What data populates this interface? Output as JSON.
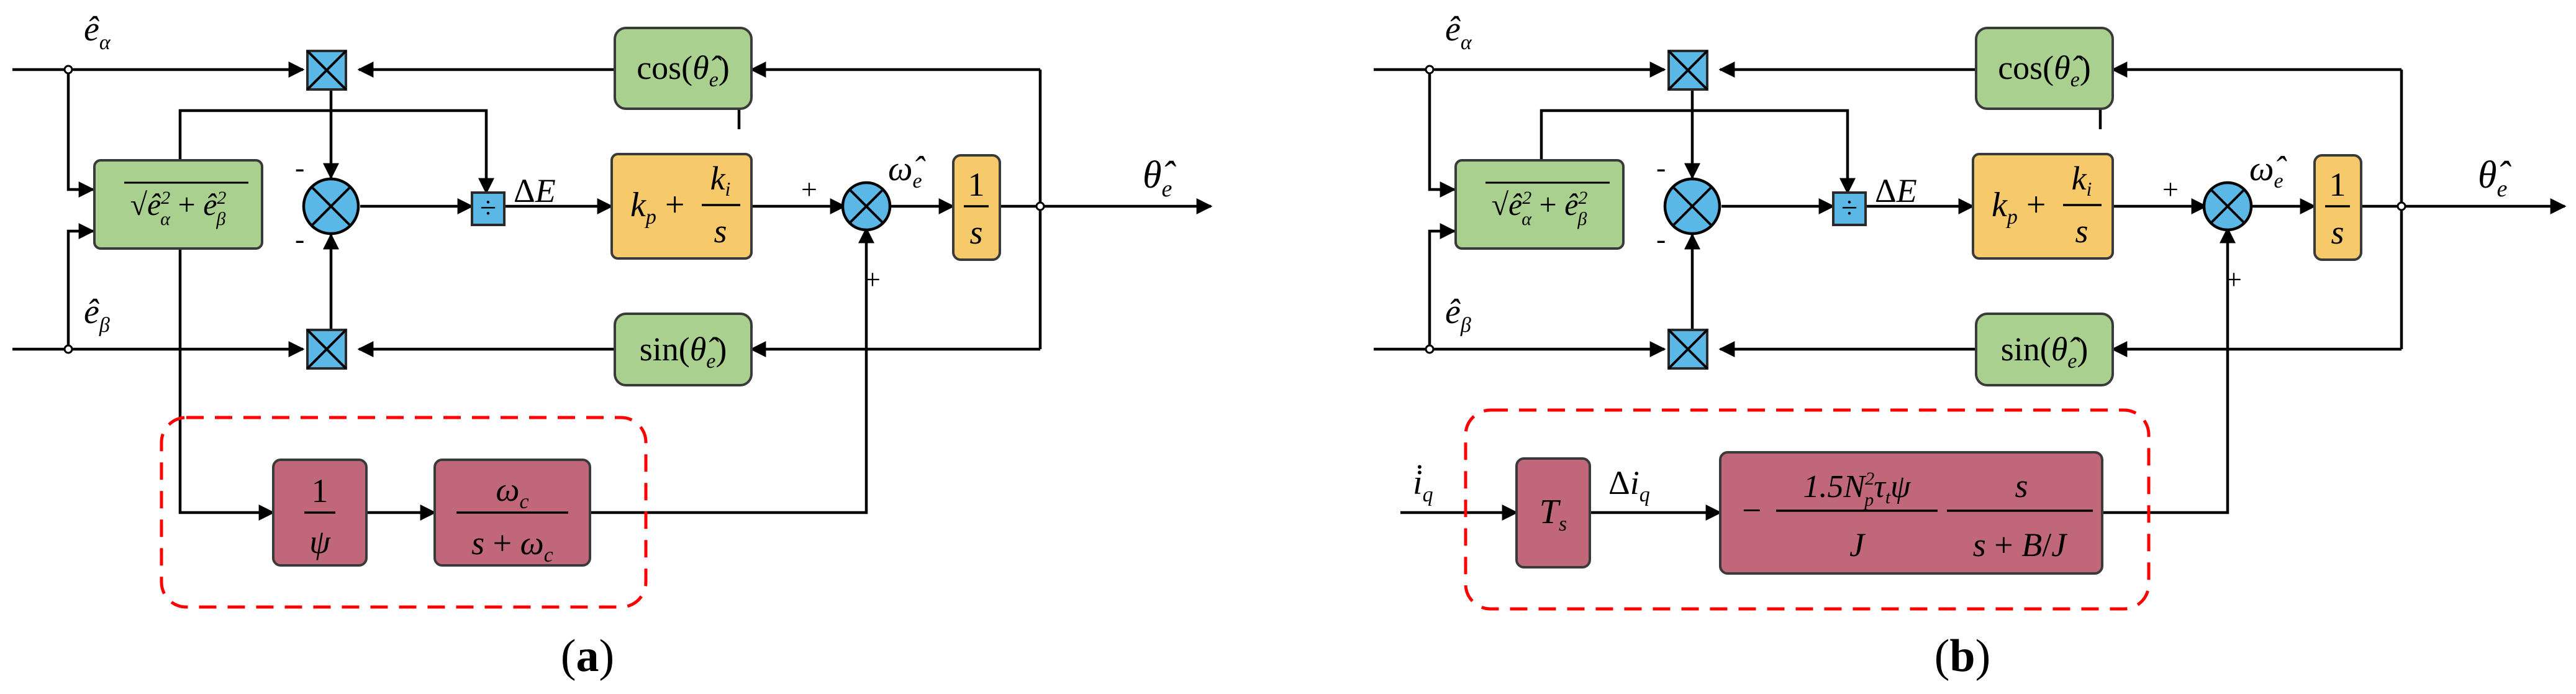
{
  "panel_a": {
    "label_open": "(",
    "label_letter": "a",
    "label_close": ")",
    "input_alpha": "ê_α",
    "input_beta": "ê_β",
    "sqrt_block": "√(ê²_α + ê²_β)",
    "cos_block": "cos(θ̂_e)",
    "sin_block": "sin(θ̂_e)",
    "divide_symbol": "÷",
    "delta_e": "ΔE",
    "pi_block": "k_p + k_i/s",
    "integrator": "1/s",
    "omega_hat": "ω̂_e",
    "theta_hat_out": "θ̂_e",
    "inv_psi_block": "1/ψ",
    "filter_block": "ω_c/(s + ω_c)",
    "signs": {
      "minus_top": "-",
      "minus_bottom": "-",
      "plus_left": "+",
      "plus_bottom": "+"
    }
  },
  "panel_b": {
    "label_open": "(",
    "label_letter": "b",
    "label_close": ")",
    "input_alpha": "ê_α",
    "input_beta": "ê_β",
    "sqrt_block": "√(ê²_α + ê²_β)",
    "cos_block": "cos(θ̂_e)",
    "sin_block": "sin(θ̂_e)",
    "divide_symbol": "÷",
    "delta_e": "ΔE",
    "pi_block": "k_p + k_i/s",
    "integrator": "1/s",
    "omega_hat": "ω̂_e",
    "theta_hat_out": "θ̂_e",
    "iq_input": "i_q",
    "ts_block": "T_s",
    "delta_iq": "Δi_q",
    "ff_block": "−(1.5N²_p τ_t ψ / J)·s/(s + B/J)",
    "signs": {
      "minus_top": "-",
      "minus_bottom": "-",
      "plus_left": "+",
      "plus_bottom": "+"
    }
  }
}
